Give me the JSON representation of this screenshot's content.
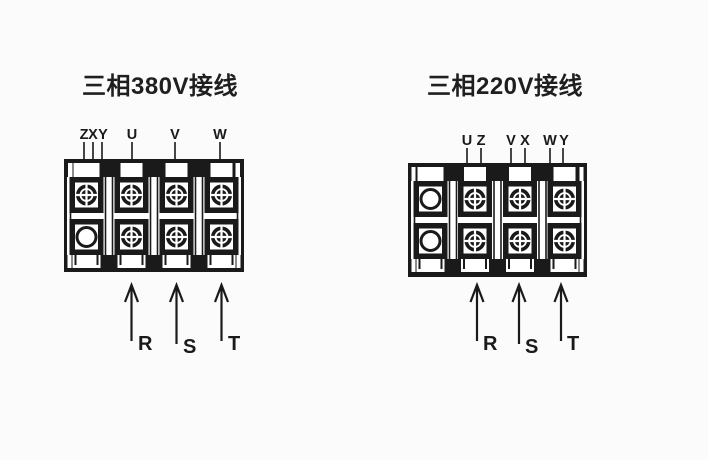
{
  "colors": {
    "background": "#fbfbfb",
    "line": "#1a1a1a"
  },
  "diagrams": [
    {
      "id": "380v",
      "title": "三相380V接线",
      "terminal_labels": [
        "Z",
        "X",
        "Y",
        "U",
        "V",
        "W"
      ],
      "phase_labels": [
        "R",
        "S",
        "T"
      ],
      "block": {
        "columns": 4,
        "rows": 2,
        "screw_terminals": [
          "row1-col1",
          "row1-col2",
          "row1-col3",
          "row1-col4",
          "row2-col2",
          "row2-col3",
          "row2-col4"
        ],
        "ring_terminals": [
          "row2-col1"
        ],
        "wired_columns_top": [
          "ZXY-col1",
          "U-col2",
          "V-col3",
          "W-col4"
        ],
        "arrow_columns": [
          "R-col2",
          "S-col3",
          "T-col4"
        ]
      }
    },
    {
      "id": "220v",
      "title": "三相220V接线",
      "terminal_labels": [
        "U",
        "Z",
        "V",
        "X",
        "W",
        "Y"
      ],
      "phase_labels": [
        "R",
        "S",
        "T"
      ],
      "block": {
        "columns": 4,
        "rows": 2,
        "screw_terminals": [
          "row1-col2",
          "row1-col3",
          "row1-col4",
          "row2-col2",
          "row2-col3",
          "row2-col4"
        ],
        "ring_terminals": [
          "row1-col1",
          "row2-col1"
        ],
        "wired_columns_top": [
          "UZ-col2",
          "VX-col3",
          "WY-col4"
        ],
        "arrow_columns": [
          "R-col2",
          "S-col3",
          "T-col4"
        ]
      }
    }
  ]
}
